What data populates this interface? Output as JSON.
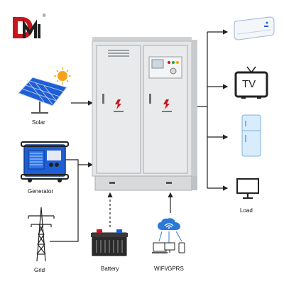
{
  "logo": {
    "name": "dm-logo",
    "registered_mark": "®",
    "color_red": "#c8161d",
    "color_dark": "#1f1f1f"
  },
  "inputs": {
    "solar": {
      "label": "Solar",
      "icon": "solar-panel-icon"
    },
    "generator": {
      "label": "Generator",
      "icon": "generator-icon"
    },
    "grid": {
      "label": "Grid",
      "icon": "power-tower-icon"
    }
  },
  "bottom": {
    "battery": {
      "label": "Battery",
      "icon": "battery-icon"
    },
    "wifi": {
      "label": "WIFI/GPRS",
      "icon": "cloud-devices-icon"
    }
  },
  "loads": {
    "label": "Load",
    "items": [
      {
        "icon": "air-conditioner-icon"
      },
      {
        "icon": "tv-icon",
        "text": "TV"
      },
      {
        "icon": "refrigerator-icon"
      },
      {
        "icon": "monitor-icon"
      }
    ]
  },
  "cabinet": {
    "icon": "power-cabinet-icon",
    "color_body": "#e4e6e8",
    "color_edge": "#b9bcbf"
  },
  "colors": {
    "line": "#222222",
    "blue": "#1f5fd6",
    "cloud_blue": "#2a79d8",
    "sun": "#f6a21a"
  }
}
